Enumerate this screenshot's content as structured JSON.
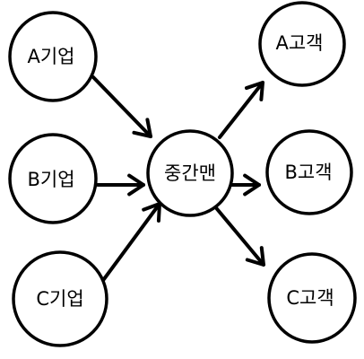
{
  "nodes": {
    "company_a": "A기업",
    "company_b": "B기업",
    "company_c": "C기업",
    "middleman": "중간맨",
    "customer_a": "A고객",
    "customer_b": "B고객",
    "customer_c": "C고객"
  },
  "edges": [
    {
      "from": "company_a",
      "to": "middleman"
    },
    {
      "from": "company_b",
      "to": "middleman"
    },
    {
      "from": "company_c",
      "to": "middleman"
    },
    {
      "from": "middleman",
      "to": "customer_a"
    },
    {
      "from": "middleman",
      "to": "customer_b"
    },
    {
      "from": "middleman",
      "to": "customer_c"
    }
  ],
  "colors": {
    "stroke": "#000000",
    "fill": "#ffffff"
  }
}
